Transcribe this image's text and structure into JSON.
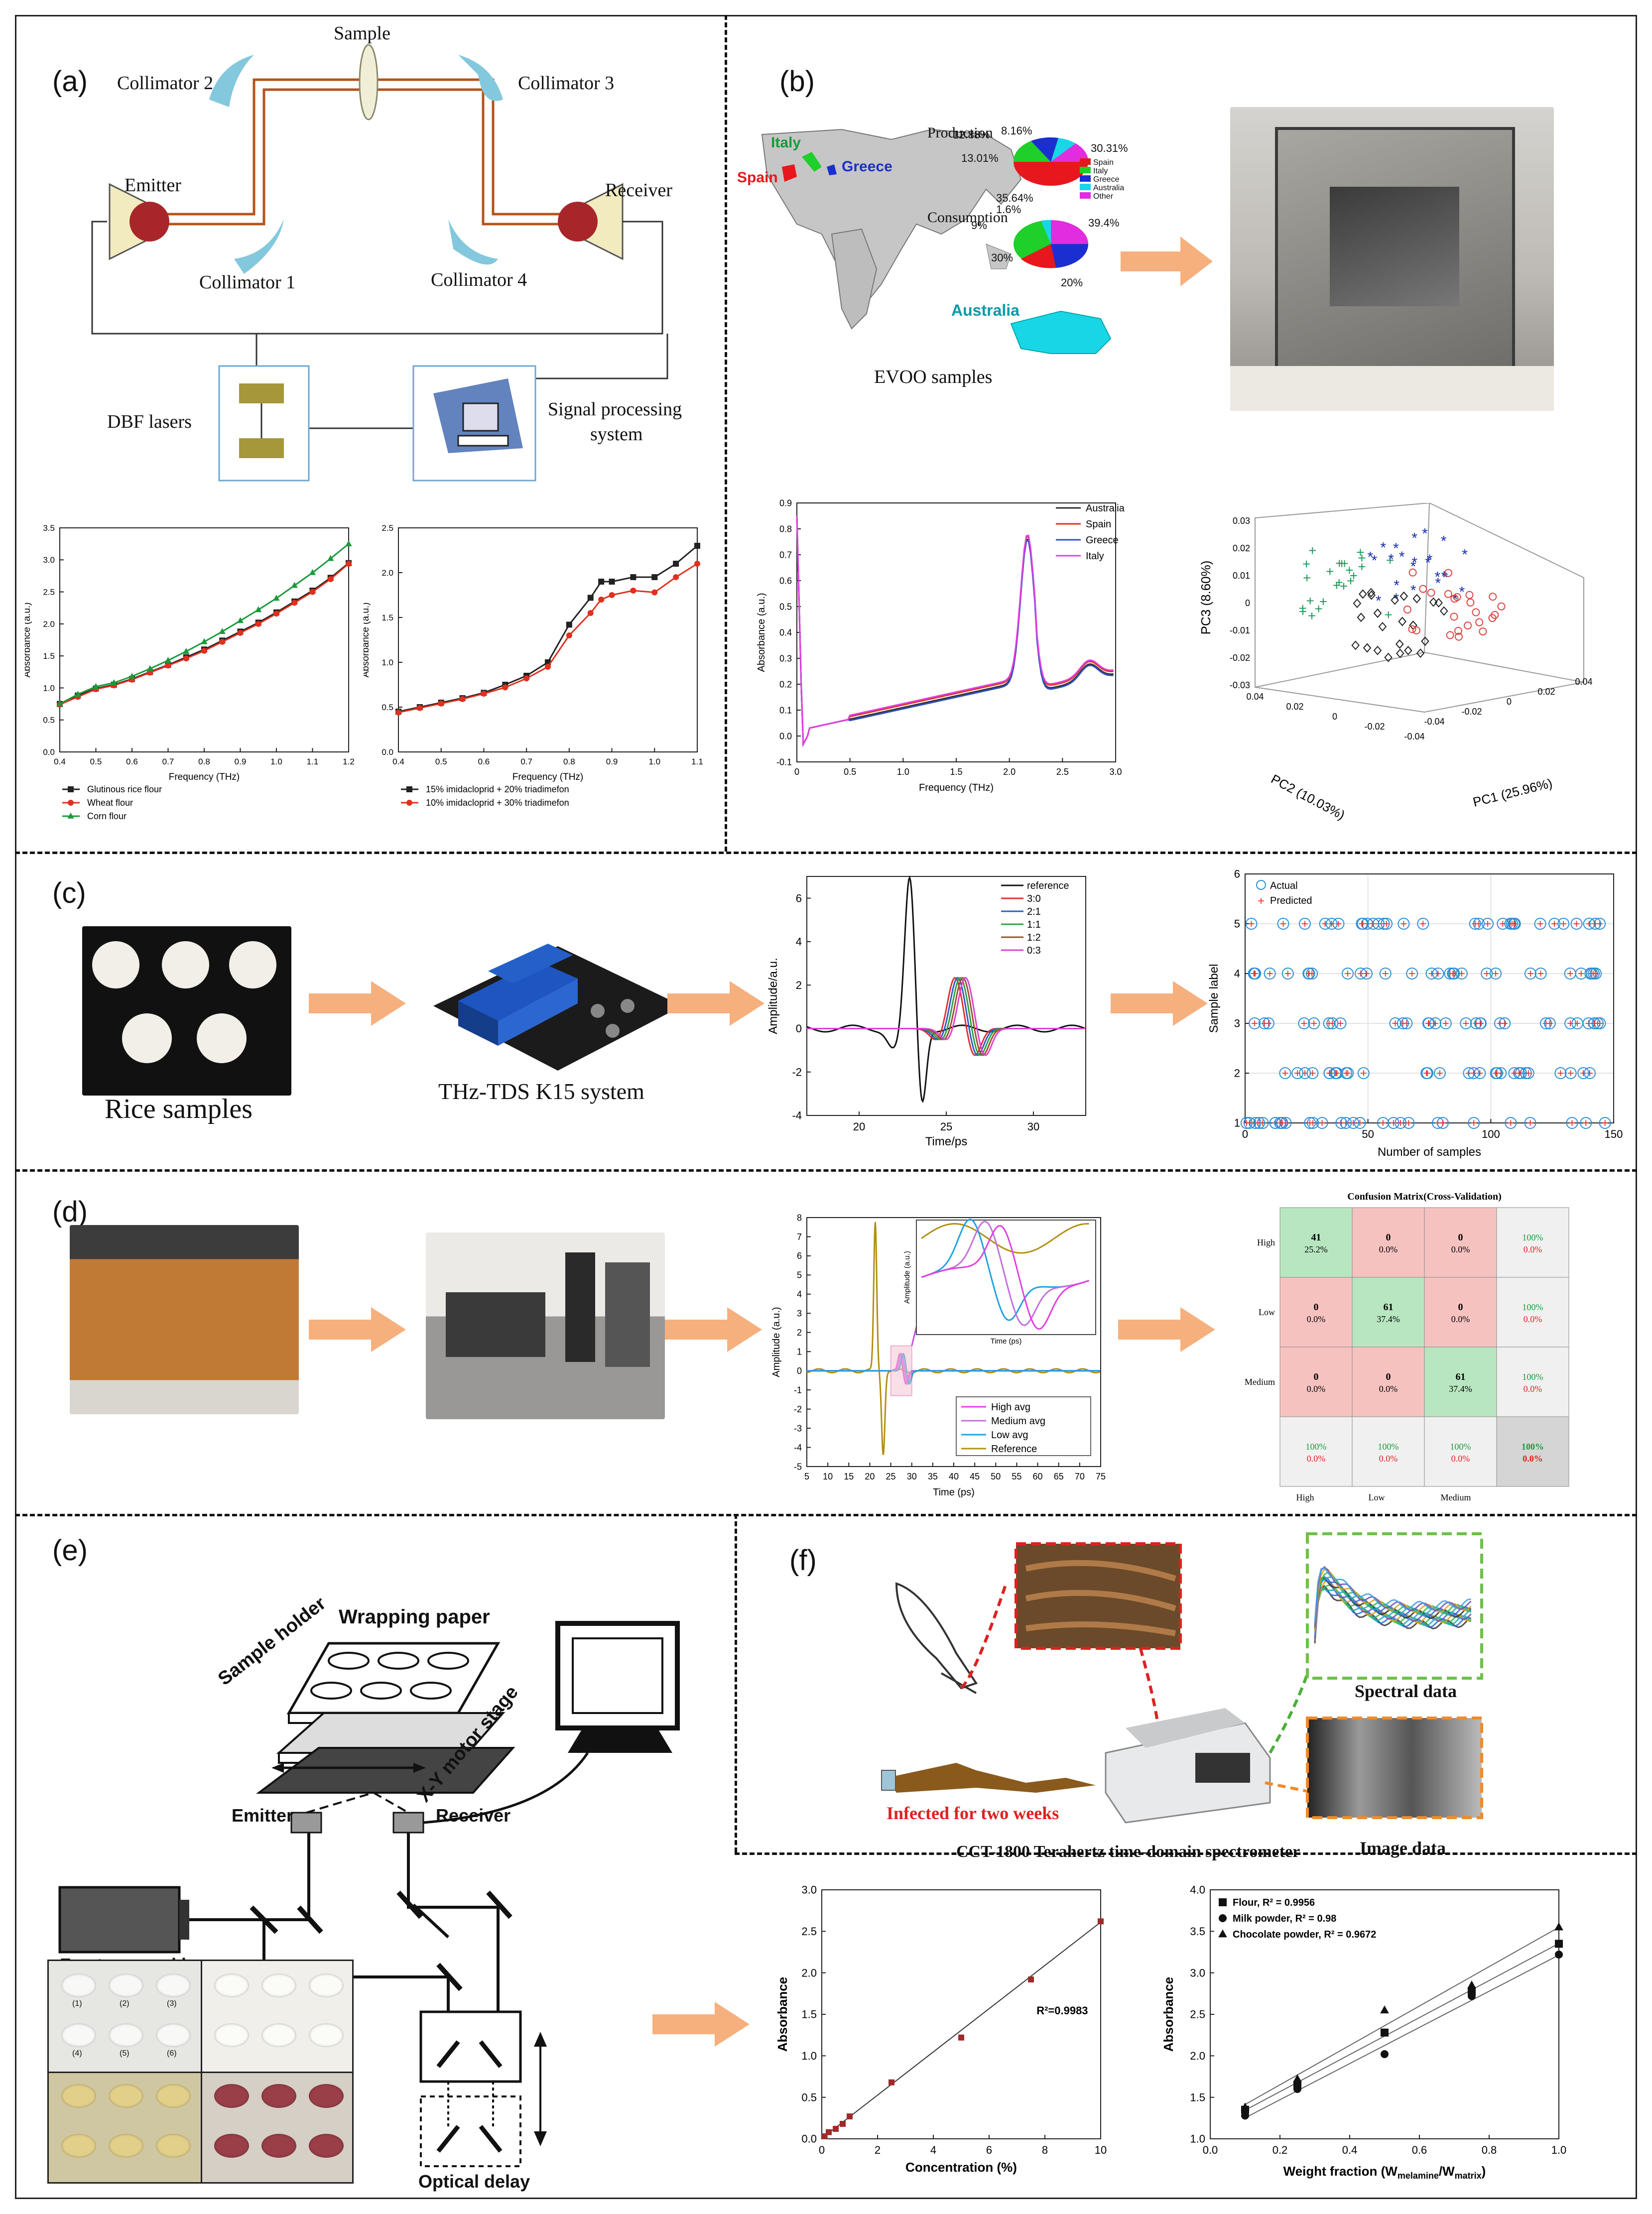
{
  "panels": {
    "a": "(a)",
    "b": "(b)",
    "c": "(c)",
    "d": "(d)",
    "e": "(e)",
    "f": "(f)"
  },
  "a": {
    "sample": "Sample",
    "collimator1": "Collimator 1",
    "collimator2": "Collimator 2",
    "collimator3": "Collimator 3",
    "collimator4": "Collimator 4",
    "emitter": "Emitter",
    "receiver": "Receiver",
    "dbf": "DBF lasers",
    "signal1": "Signal processing",
    "signal2": "system"
  },
  "b": {
    "evoo": "EVOO samples",
    "production": "Production",
    "consumption": "Consumption",
    "countries": {
      "italy": "Italy",
      "spain": "Spain",
      "greece": "Greece",
      "australia": "Australia"
    },
    "legend": [
      "Spain",
      "Italy",
      "Greece",
      "Australia",
      "Other"
    ],
    "legend_colors": [
      "#e8171d",
      "#1fcf2a",
      "#1b2fd0",
      "#17d6e8",
      "#e22ce0"
    ],
    "prod_pct": [
      "12.88%",
      "8.16%",
      "30.31%",
      "13.01%",
      "35.64%"
    ],
    "cons_pct": [
      "1.6%",
      "9%",
      "39.4%",
      "30%",
      "20%"
    ]
  },
  "c": {
    "rice": "Rice samples",
    "system": "THz-TDS  K15 system"
  },
  "d": {
    "cm_title": "Confusion Matrix(Cross-Validation)"
  },
  "e": {
    "wrapping": "Wrapping paper",
    "holder": "Sample holder",
    "stage": "X-Y motor stage",
    "emitter": "Emitter",
    "receiver": "Receiver",
    "laser": "Femtosecond laser",
    "delay": "Optical delay",
    "wells": [
      "(1)",
      "(2)",
      "(3)",
      "(4)",
      "(5)",
      "(6)"
    ]
  },
  "f": {
    "infected": "Infected for two weeks",
    "spectrometer": "CCT-1800 Terahertz time-domain spectrometer",
    "spectral": "Spectral data",
    "image": "Image data"
  },
  "chart_data": [
    {
      "id": "a1",
      "type": "line",
      "xlabel": "Frequency (THz)",
      "ylabel": "Absorbance (a.u.)",
      "xlim": [
        0.4,
        1.2
      ],
      "ylim": [
        0,
        3.5
      ],
      "xticks": [
        0.4,
        0.5,
        0.6,
        0.7,
        0.8,
        0.9,
        1.0,
        1.1,
        1.2
      ],
      "yticks": [
        0,
        0.5,
        1.0,
        1.5,
        2.0,
        2.5,
        3.0,
        3.5
      ],
      "x": [
        0.4,
        0.45,
        0.5,
        0.55,
        0.6,
        0.65,
        0.7,
        0.75,
        0.8,
        0.85,
        0.9,
        0.95,
        1.0,
        1.05,
        1.1,
        1.15,
        1.2
      ],
      "series": [
        {
          "name": "Glutinous rice flour",
          "color": "#222222",
          "marker": "square",
          "values": [
            0.75,
            0.88,
            0.99,
            1.05,
            1.14,
            1.25,
            1.36,
            1.48,
            1.6,
            1.74,
            1.88,
            2.02,
            2.18,
            2.35,
            2.52,
            2.72,
            2.95
          ]
        },
        {
          "name": "Wheat flour",
          "color": "#e0301e",
          "marker": "circle",
          "values": [
            0.74,
            0.86,
            0.98,
            1.04,
            1.13,
            1.24,
            1.35,
            1.46,
            1.58,
            1.72,
            1.86,
            2.0,
            2.16,
            2.33,
            2.5,
            2.7,
            2.94
          ]
        },
        {
          "name": "Corn flour",
          "color": "#1a9a3a",
          "marker": "triangle",
          "values": [
            0.75,
            0.9,
            1.02,
            1.08,
            1.18,
            1.3,
            1.43,
            1.57,
            1.72,
            1.88,
            2.05,
            2.22,
            2.4,
            2.6,
            2.8,
            3.02,
            3.25
          ]
        }
      ]
    },
    {
      "id": "a2",
      "type": "line",
      "xlabel": "Frequency (THz)",
      "ylabel": "Absorbance (a.u.)",
      "xlim": [
        0.4,
        1.1
      ],
      "ylim": [
        0,
        2.5
      ],
      "xticks": [
        0.4,
        0.5,
        0.6,
        0.7,
        0.8,
        0.9,
        1.0,
        1.1
      ],
      "yticks": [
        0,
        0.5,
        1.0,
        1.5,
        2.0,
        2.5
      ],
      "x": [
        0.4,
        0.45,
        0.5,
        0.55,
        0.6,
        0.65,
        0.7,
        0.75,
        0.8,
        0.85,
        0.875,
        0.9,
        0.95,
        1.0,
        1.05,
        1.1
      ],
      "series": [
        {
          "name": "15% imidacloprid + 20% triadimefon",
          "color": "#222222",
          "marker": "square",
          "values": [
            0.45,
            0.5,
            0.55,
            0.6,
            0.66,
            0.75,
            0.85,
            1.0,
            1.42,
            1.72,
            1.9,
            1.9,
            1.95,
            1.95,
            2.1,
            2.3
          ]
        },
        {
          "name": "10% imidacloprid + 30% triadimefon",
          "color": "#e0301e",
          "marker": "circle",
          "values": [
            0.44,
            0.49,
            0.54,
            0.59,
            0.65,
            0.72,
            0.82,
            0.95,
            1.3,
            1.55,
            1.7,
            1.75,
            1.8,
            1.78,
            1.95,
            2.1
          ]
        }
      ]
    },
    {
      "id": "b1",
      "type": "line",
      "xlabel": "Frequency (THz)",
      "ylabel": "Absorbance (a.u.)",
      "xlim": [
        0,
        3
      ],
      "ylim": [
        -0.1,
        0.9
      ],
      "xticks": [
        0,
        0.5,
        1.0,
        1.5,
        2.0,
        2.5,
        3.0
      ],
      "yticks": [
        -0.1,
        0,
        0.1,
        0.2,
        0.3,
        0.4,
        0.5,
        0.6,
        0.7,
        0.8,
        0.9
      ],
      "series": [
        {
          "name": "Australia",
          "color": "#333333"
        },
        {
          "name": "Spain",
          "color": "#e0301e"
        },
        {
          "name": "Greece",
          "color": "#3050c0"
        },
        {
          "name": "Italy",
          "color": "#e040e0"
        }
      ]
    },
    {
      "id": "b2",
      "type": "scatter",
      "xlabel": "PC1 (25.96%)",
      "ylabel": "PC2 (10.03%)",
      "zlabel": "PC3 (8.60%)",
      "zticks": [
        "0.03",
        "0.02",
        "0.01",
        "0",
        "-0.01",
        "-0.02",
        "-0.03"
      ],
      "xticks": [
        "-0.04",
        "-0.02",
        "0",
        "0.02",
        "0.04"
      ],
      "yticks": [
        "-0.04",
        "-0.02",
        "0",
        "0.02",
        "0.04"
      ]
    },
    {
      "id": "c1",
      "type": "line",
      "xlabel": "Time/ps",
      "ylabel": "Amplitude/a.u.",
      "xlim": [
        17,
        33
      ],
      "ylim": [
        -4,
        7
      ],
      "xticks": [
        20,
        25,
        30
      ],
      "yticks": [
        -4,
        -2,
        0,
        2,
        4,
        6
      ],
      "series": [
        {
          "name": "reference",
          "color": "#111111"
        },
        {
          "name": "3:0",
          "color": "#e0302e"
        },
        {
          "name": "2:1",
          "color": "#2b5ccc"
        },
        {
          "name": "1:1",
          "color": "#30a040"
        },
        {
          "name": "1:2",
          "color": "#a05030"
        },
        {
          "name": "0:3",
          "color": "#e040d0"
        }
      ]
    },
    {
      "id": "c2",
      "type": "scatter",
      "xlabel": "Number of samples",
      "ylabel": "Sample label",
      "xlim": [
        0,
        150
      ],
      "ylim": [
        1,
        6
      ],
      "xticks": [
        0,
        50,
        100,
        150
      ],
      "yticks": [
        1,
        2,
        3,
        4,
        5,
        6
      ],
      "series": [
        {
          "name": "Actual",
          "color": "#2b8ed6"
        },
        {
          "name": "Predicted",
          "color": "#e03030"
        }
      ]
    },
    {
      "id": "d1",
      "type": "line",
      "xlabel": "Time (ps)",
      "ylabel": "Amplitude (a.u.)",
      "inset_ylabel": "Amplitude (a.u.)",
      "inset_xlabel": "Time (ps)",
      "xlim": [
        5,
        75
      ],
      "ylim": [
        -5,
        8
      ],
      "xticks": [
        5,
        10,
        15,
        20,
        25,
        30,
        35,
        40,
        45,
        50,
        55,
        60,
        65,
        70,
        75
      ],
      "yticks": [
        -5,
        -4,
        -3,
        -2,
        -1,
        0,
        1,
        2,
        3,
        4,
        5,
        6,
        7,
        8
      ],
      "series": [
        {
          "name": "High avg",
          "color": "#e040e0"
        },
        {
          "name": "Medium avg",
          "color": "#c070e0"
        },
        {
          "name": "Low avg",
          "color": "#20a0e0"
        },
        {
          "name": "Reference",
          "color": "#b09010"
        }
      ]
    },
    {
      "id": "d2",
      "type": "table",
      "title": "Confusion Matrix(Cross-Validation)",
      "rows": [
        "High",
        "Low",
        "Medium"
      ],
      "cols": [
        "High",
        "Low",
        "Medium"
      ],
      "cells": [
        [
          "41",
          "25.2%"
        ],
        [
          "0",
          "0.0%"
        ],
        [
          "0",
          "0.0%"
        ],
        [
          "0",
          "0.0%"
        ],
        [
          "61",
          "37.4%"
        ],
        [
          "0",
          "0.0%"
        ],
        [
          "0",
          "0.0%"
        ],
        [
          "0",
          "0.0%"
        ],
        [
          "61",
          "37.4%"
        ]
      ],
      "row_totals": [
        [
          "100%",
          "0.0%"
        ],
        [
          "100%",
          "0.0%"
        ],
        [
          "100%",
          "0.0%"
        ]
      ],
      "col_totals": [
        [
          "100%",
          "0.0%"
        ],
        [
          "100%",
          "0.0%"
        ],
        [
          "100%",
          "0.0%"
        ]
      ],
      "overall": [
        "100%",
        "0.0%"
      ]
    },
    {
      "id": "e1",
      "type": "scatter",
      "xlabel": "Concentration (%)",
      "ylabel": "Absorbance",
      "annotation": "R²=0.9983",
      "xlim": [
        0,
        10
      ],
      "ylim": [
        0,
        3.0
      ],
      "xticks": [
        0,
        2,
        4,
        6,
        8,
        10
      ],
      "yticks": [
        0.0,
        0.5,
        1.0,
        1.5,
        2.0,
        2.5,
        3.0
      ],
      "x": [
        0.1,
        0.25,
        0.5,
        0.75,
        1.0,
        2.5,
        5.0,
        7.5,
        10.0
      ],
      "values": [
        0.03,
        0.08,
        0.12,
        0.18,
        0.27,
        0.68,
        1.22,
        1.92,
        2.62
      ]
    },
    {
      "id": "e2",
      "type": "scatter",
      "xlabel": "Weight fraction (W",
      "xlabel_sub1": "melamine",
      "xlabel_mid": "/W",
      "xlabel_sub2": "matrix",
      "xlabel_end": ")",
      "ylabel": "Absorbance",
      "xlim": [
        0,
        1.0
      ],
      "ylim": [
        1.0,
        4.0
      ],
      "xticks": [
        0.0,
        0.2,
        0.4,
        0.6,
        0.8,
        1.0
      ],
      "yticks": [
        1.0,
        1.5,
        2.0,
        2.5,
        3.0,
        3.5,
        4.0
      ],
      "x": [
        0.1,
        0.25,
        0.5,
        0.75,
        1.0
      ],
      "series": [
        {
          "name": "Flour, R² = 0.9956",
          "marker": "square",
          "values": [
            1.35,
            1.65,
            2.28,
            2.78,
            3.35
          ]
        },
        {
          "name": "Milk powder, R² = 0.98",
          "marker": "circle",
          "values": [
            1.28,
            1.6,
            2.02,
            2.72,
            3.22
          ]
        },
        {
          "name": "Chocolate powder, R² = 0.9672",
          "marker": "triangle",
          "values": [
            1.38,
            1.72,
            2.55,
            2.85,
            3.55
          ]
        }
      ]
    }
  ]
}
